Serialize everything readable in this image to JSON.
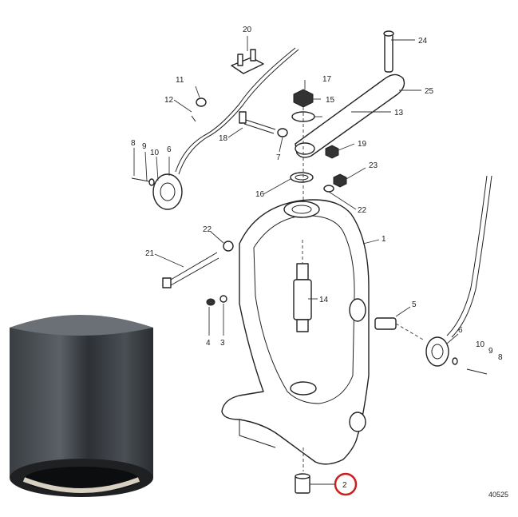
{
  "diagram": {
    "figure_code": "40525",
    "highlighted_part": "2",
    "highlight_color": "#cc1f1f",
    "part_labels": [
      {
        "id": "p20",
        "text": "20"
      },
      {
        "id": "p24",
        "text": "24"
      },
      {
        "id": "p11",
        "text": "11"
      },
      {
        "id": "p17",
        "text": "17"
      },
      {
        "id": "p12",
        "text": "12"
      },
      {
        "id": "p15",
        "text": "15"
      },
      {
        "id": "p25",
        "text": "25"
      },
      {
        "id": "p13",
        "text": "13"
      },
      {
        "id": "p18",
        "text": "18"
      },
      {
        "id": "p8a",
        "text": "8"
      },
      {
        "id": "p9a",
        "text": "9"
      },
      {
        "id": "p10a",
        "text": "10"
      },
      {
        "id": "p6a",
        "text": "6"
      },
      {
        "id": "p7",
        "text": "7"
      },
      {
        "id": "p19",
        "text": "19"
      },
      {
        "id": "p23",
        "text": "23"
      },
      {
        "id": "p16",
        "text": "16"
      },
      {
        "id": "p22a",
        "text": "22"
      },
      {
        "id": "p22b",
        "text": "22"
      },
      {
        "id": "p1",
        "text": "1"
      },
      {
        "id": "p21",
        "text": "21"
      },
      {
        "id": "p14",
        "text": "14"
      },
      {
        "id": "p5",
        "text": "5"
      },
      {
        "id": "p4",
        "text": "4"
      },
      {
        "id": "p3",
        "text": "3"
      },
      {
        "id": "p6b",
        "text": "6"
      },
      {
        "id": "p10b",
        "text": "10"
      },
      {
        "id": "p9b",
        "text": "9"
      },
      {
        "id": "p8b",
        "text": "8"
      },
      {
        "id": "p2",
        "text": "2"
      }
    ]
  }
}
